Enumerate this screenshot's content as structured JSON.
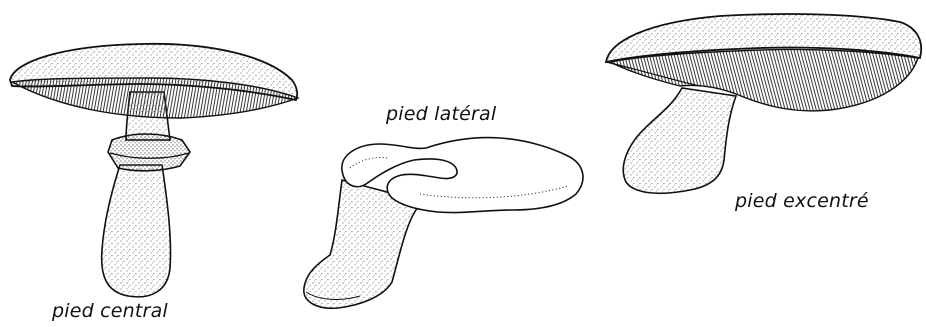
{
  "figure": {
    "labels": {
      "central": "pied central",
      "lateral": "pied latéral",
      "excentric": "pied excentré"
    },
    "colors": {
      "ink": "#111111",
      "paper": "#ffffff",
      "stipple": "#555555"
    },
    "mushrooms": [
      {
        "id": "central",
        "type": "central-stem",
        "features": [
          "cap",
          "gills",
          "ring",
          "stem"
        ]
      },
      {
        "id": "lateral",
        "type": "lateral-stem",
        "features": [
          "cap",
          "stem"
        ]
      },
      {
        "id": "excentric",
        "type": "excentric-stem",
        "features": [
          "cap",
          "gills",
          "stem"
        ]
      }
    ]
  }
}
